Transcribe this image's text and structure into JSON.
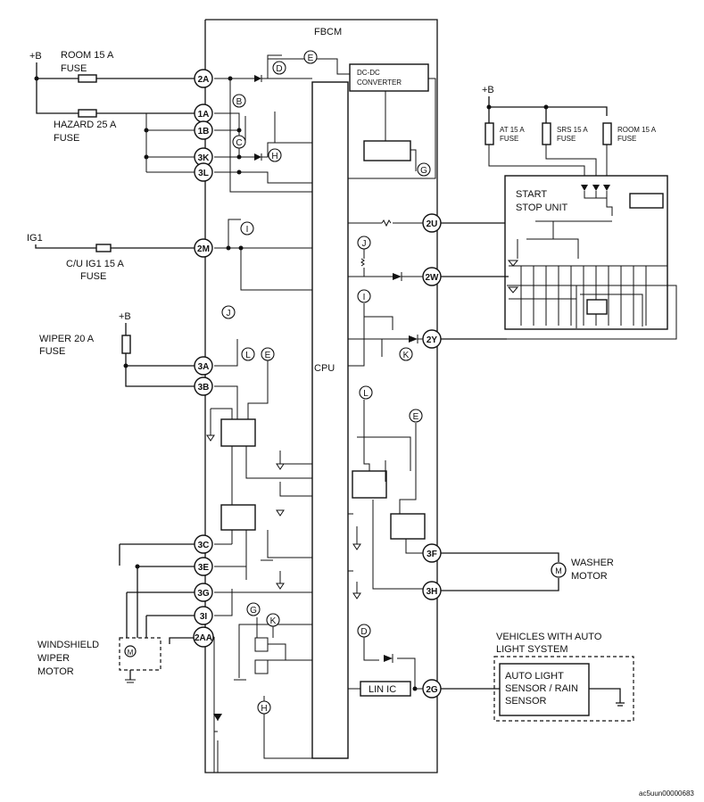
{
  "title": "FBCM",
  "labels": {
    "b_plus_1": "+B",
    "room_fuse_1": "ROOM 15 A",
    "room_fuse_2": "FUSE",
    "hazard_fuse_1": "HAZARD 25 A",
    "hazard_fuse_2": "FUSE",
    "dcdc_1": "DC-DC",
    "dcdc_2": "CONVERTER",
    "b_plus_2": "+B",
    "at_fuse_1": "AT 15 A",
    "at_fuse_2": "FUSE",
    "srs_fuse_1": "SRS 15 A",
    "srs_fuse_2": "FUSE",
    "room2_fuse_1": "ROOM 15 A",
    "room2_fuse_2": "FUSE",
    "ssu_1": "START",
    "ssu_2": "STOP UNIT",
    "ig1": "IG1",
    "cu_fuse_1": "C/U IG1 15 A",
    "cu_fuse_2": "FUSE",
    "b_plus_3": "+B",
    "wiper_fuse_1": "WIPER 20 A",
    "wiper_fuse_2": "FUSE",
    "cpu": "CPU",
    "washer_1": "WASHER",
    "washer_2": "MOTOR",
    "ws_motor_1": "WINDSHIELD",
    "ws_motor_2": "WIPER",
    "ws_motor_3": "MOTOR",
    "auto_1": "VEHICLES WITH AUTO",
    "auto_2": "LIGHT SYSTEM",
    "sensor_1": "AUTO LIGHT",
    "sensor_2": "SENSOR / RAIN",
    "sensor_3": "SENSOR",
    "lin_ic": "LIN IC",
    "footer": "ac5uun00000683",
    "motor_symbol": "M"
  },
  "connectors": {
    "c2A": "2A",
    "c1A": "1A",
    "c1B": "1B",
    "c3K": "3K",
    "c3L": "3L",
    "c2M": "2M",
    "c3A": "3A",
    "c3B": "3B",
    "c3C": "3C",
    "c3E": "3E",
    "c3G": "3G",
    "c3I": "3I",
    "c2AA": "2AA",
    "c2U": "2U",
    "c2W": "2W",
    "c2Y": "2Y",
    "c3F": "3F",
    "c3H": "3H",
    "c2G": "2G"
  },
  "refs": {
    "D1": "D",
    "E1": "E",
    "B1": "B",
    "C1": "C",
    "H1": "H",
    "G1": "G",
    "I1": "I",
    "J1": "J",
    "J2": "J",
    "I2": "I",
    "K1": "K",
    "L1": "L",
    "E2": "E",
    "L2": "L",
    "E3": "E",
    "G2": "G",
    "K2": "K",
    "D2": "D",
    "H2": "H"
  }
}
